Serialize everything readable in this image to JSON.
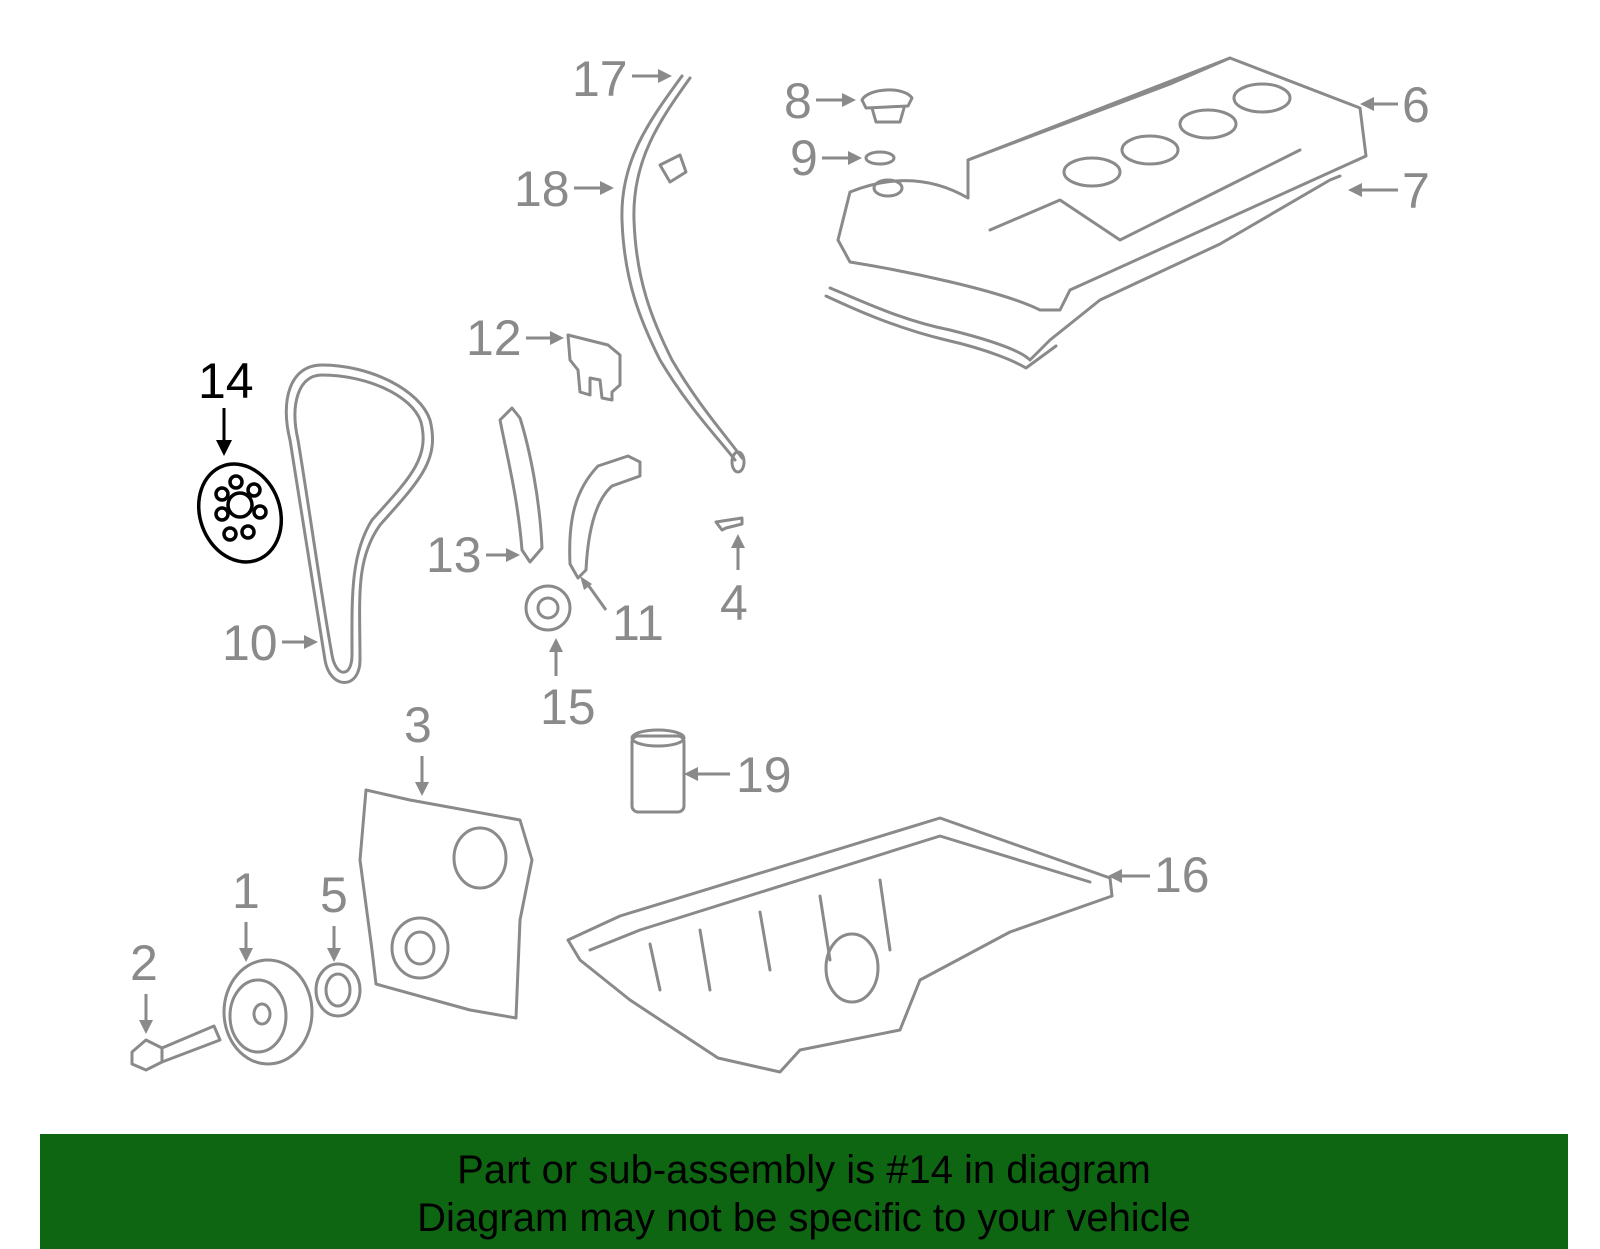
{
  "diagram": {
    "highlighted_part": "14",
    "callouts": {
      "c1": "1",
      "c2": "2",
      "c3": "3",
      "c4": "4",
      "c5": "5",
      "c6": "6",
      "c7": "7",
      "c8": "8",
      "c9": "9",
      "c10": "10",
      "c11": "11",
      "c12": "12",
      "c13": "13",
      "c14": "14",
      "c15": "15",
      "c16": "16",
      "c17": "17",
      "c18": "18",
      "c19": "19"
    },
    "colors": {
      "part_lines": "#8a8a8a",
      "highlight": "#000000",
      "banner": "#0e6612"
    }
  },
  "footer": {
    "line1": "Part or sub-assembly is #14 in diagram",
    "line2": "Diagram may not be specific to your vehicle"
  }
}
